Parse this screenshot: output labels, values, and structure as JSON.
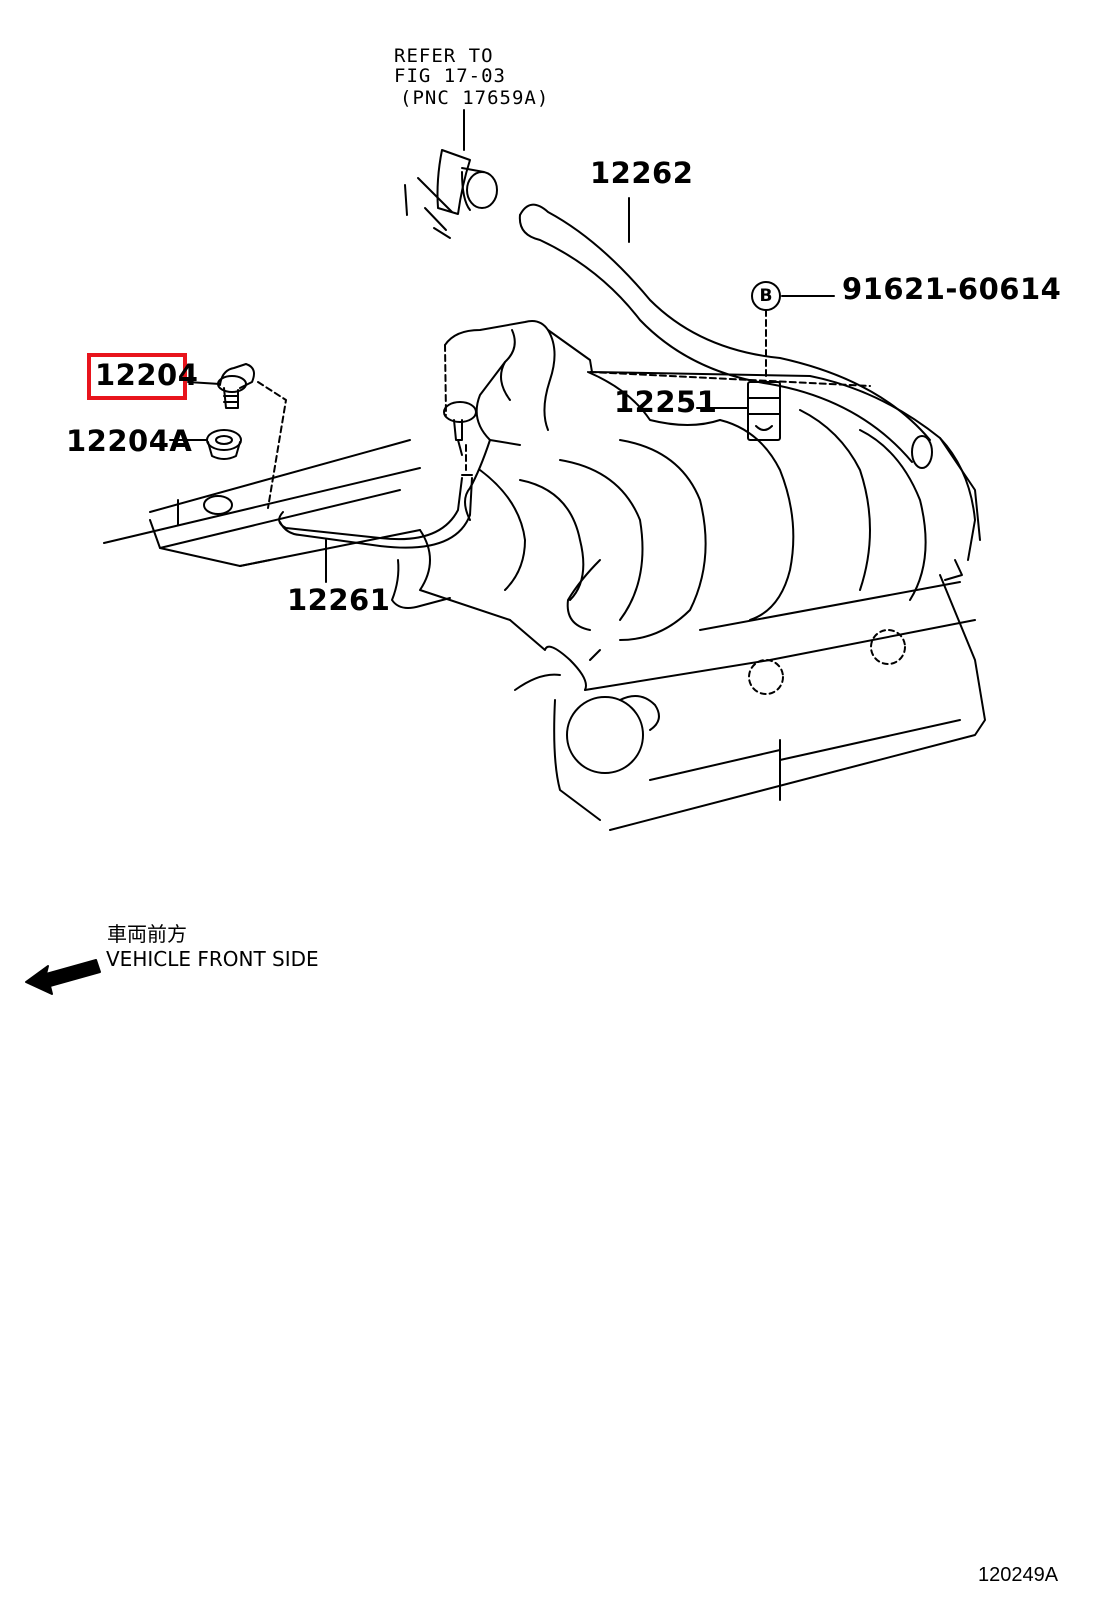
{
  "reference": {
    "line1": "REFER TO",
    "line2": "FIG 17-03",
    "line3": "(PNC 17659A)"
  },
  "parts": {
    "p12262": "12262",
    "p91621": "91621-60614",
    "bolt_marker": "B",
    "p12204": "12204",
    "p12204A": "12204A",
    "p12251": "12251",
    "p12261": "12261"
  },
  "direction": {
    "jp": "車両前方",
    "en": "VEHICLE FRONT SIDE"
  },
  "figure_id": "120249A",
  "colors": {
    "highlight": "#e8141c",
    "line": "#000000"
  }
}
